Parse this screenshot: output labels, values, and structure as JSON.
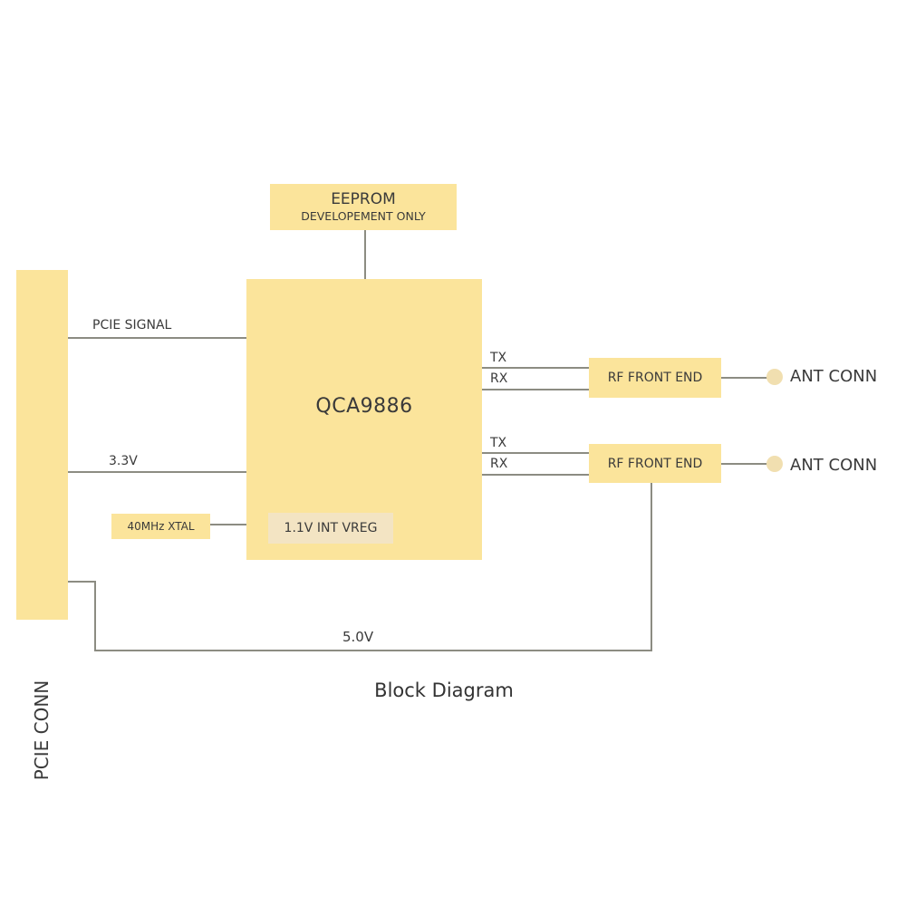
{
  "blocks": {
    "eeprom": {
      "title": "EEPROM",
      "subtitle": "DEVELOPEMENT ONLY"
    },
    "pcie_conn": {
      "label": "PCIE CONN"
    },
    "chip": {
      "label": "QCA9886"
    },
    "vreg": {
      "label": "1.1V INT VREG"
    },
    "xtal": {
      "label": "40MHz XTAL"
    },
    "rf_front_end_1": {
      "label": "RF FRONT END"
    },
    "rf_front_end_2": {
      "label": "RF FRONT END"
    }
  },
  "signals": {
    "pcie_signal": "PCIE SIGNAL",
    "v33": "3.3V",
    "v50": "5.0V",
    "tx1": "TX",
    "rx1": "RX",
    "tx2": "TX",
    "rx2": "RX"
  },
  "antennas": {
    "ant1": "ANT CONN",
    "ant2": "ANT CONN"
  },
  "caption": "Block Diagram",
  "colors": {
    "block_fill": "#fbe49b",
    "vreg_fill": "#f3e4c3",
    "line": "#8c8c82",
    "antenna_dot": "#f1dfb0"
  }
}
